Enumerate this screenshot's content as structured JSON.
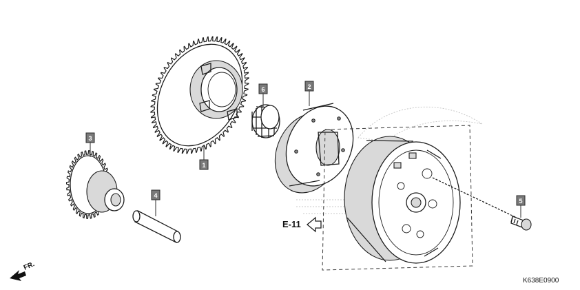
{
  "callouts": [
    {
      "id": "part-1",
      "label": "1"
    },
    {
      "id": "part-2",
      "label": "2"
    },
    {
      "id": "part-3",
      "label": "3"
    },
    {
      "id": "part-4",
      "label": "4"
    },
    {
      "id": "part-5",
      "label": "5"
    },
    {
      "id": "part-6",
      "label": "6"
    }
  ],
  "reference": {
    "label": "E-11"
  },
  "direction": {
    "label": "FR."
  },
  "diagram_code": "K638E0900"
}
